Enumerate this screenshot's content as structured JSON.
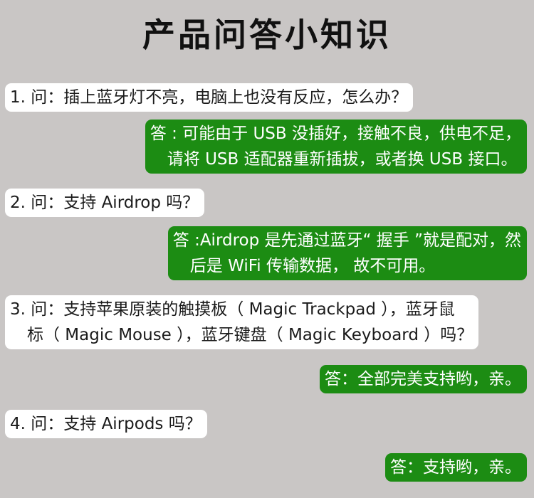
{
  "title": "产品问答小知识",
  "qa": [
    {
      "question": [
        "1. 问：插上蓝牙灯不亮，电脑上也没有反应，怎么办？"
      ],
      "answer": [
        "答 : 可能由于 USB 没插好，接触不良，供电不足，",
        "请将 USB 适配器重新插拔，或者换 USB 接口。"
      ]
    },
    {
      "question": [
        "2. 问：支持 Airdrop 吗？"
      ],
      "answer": [
        "答 :Airdrop 是先通过蓝牙“ 握手 ”就是配对，然",
        "后是 WiFi 传输数据， 故不可用。"
      ]
    },
    {
      "question": [
        "3. 问：支持苹果原装的触摸板（ Magic Trackpad ），蓝牙鼠",
        "标（ Magic Mouse ），蓝牙键盘（ Magic Keyboard ）吗？"
      ],
      "answer": [
        "答：全部完美支持哟，亲。"
      ]
    },
    {
      "question": [
        "4. 问：支持 Airpods 吗？"
      ],
      "answer": [
        "答：支持哟，亲。"
      ]
    }
  ],
  "colors": {
    "background": "#c9c6c5",
    "question_bubble": "#ffffff",
    "answer_bubble": "#1c8c13",
    "answer_text": "#ffffff",
    "title_text": "#111111"
  }
}
